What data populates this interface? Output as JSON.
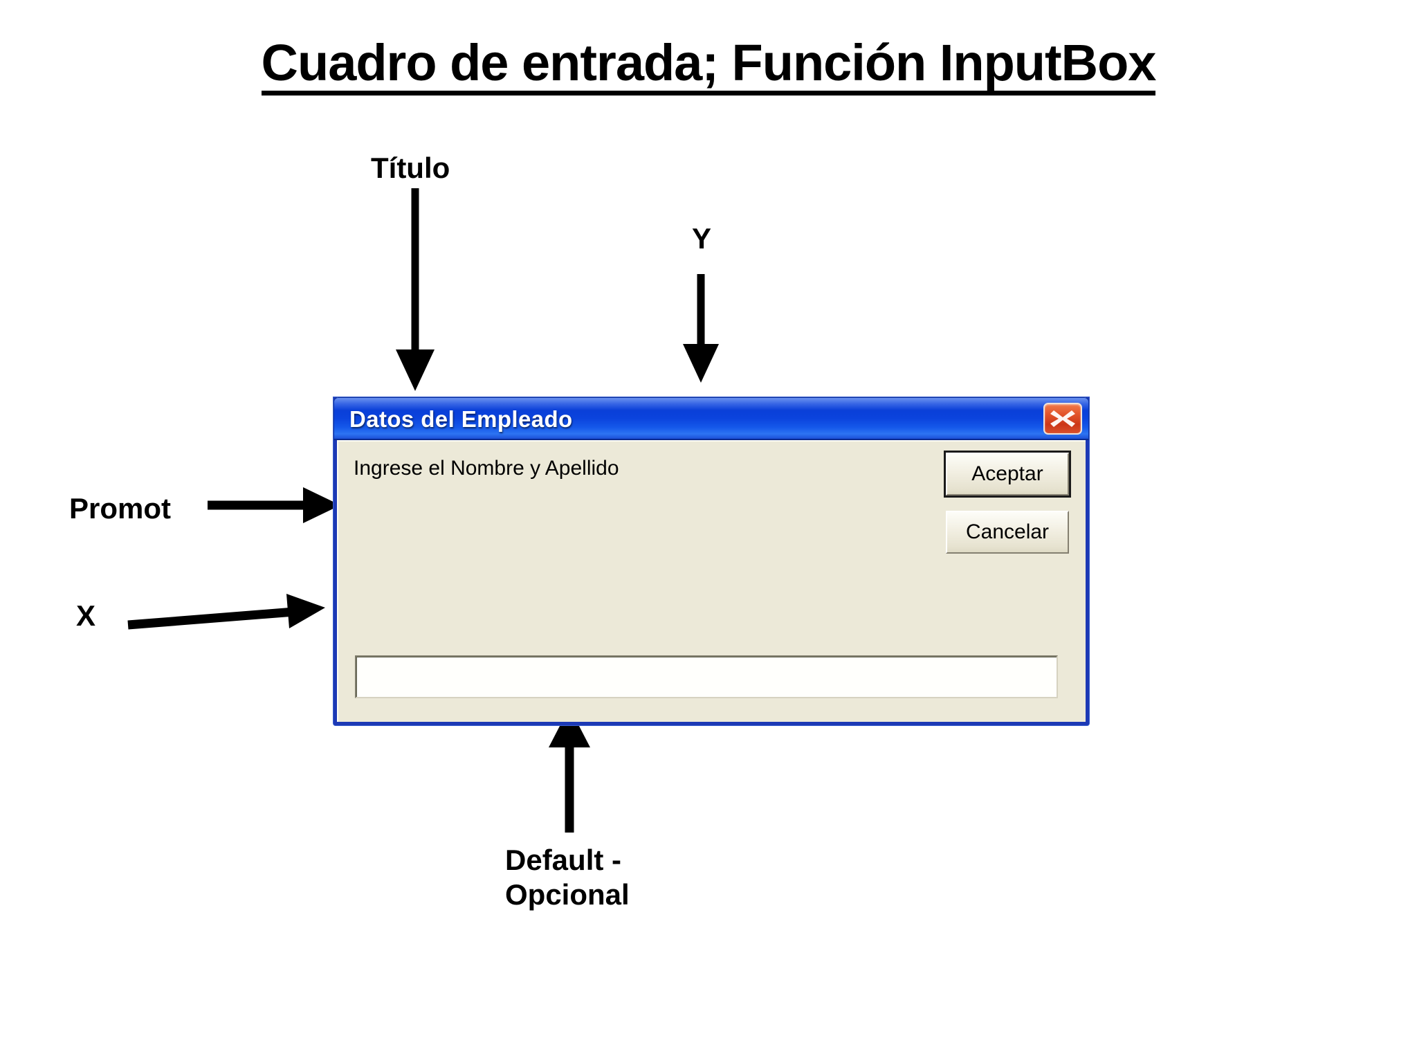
{
  "slide": {
    "title": "Cuadro de entrada; Función InputBox"
  },
  "annotations": [
    {
      "key": "titulo",
      "label": "Título",
      "arrow": "down",
      "points_to": "dialog-title-bar"
    },
    {
      "key": "y",
      "label": "Y",
      "arrow": "down",
      "points_to": "dialog-top-edge"
    },
    {
      "key": "promot",
      "label": "Promot",
      "arrow": "right",
      "points_to": "prompt-text"
    },
    {
      "key": "x",
      "label": "X",
      "arrow": "right",
      "points_to": "dialog-left-edge"
    },
    {
      "key": "default",
      "label": "Default -\nOpcional",
      "arrow": "up",
      "points_to": "default-input"
    }
  ],
  "dialog": {
    "title": "Datos del Empleado",
    "close_icon": "close-icon",
    "prompt": "Ingrese el Nombre y Apellido",
    "accept_label": "Aceptar",
    "cancel_label": "Cancelar",
    "input_value": "",
    "input_placeholder": ""
  },
  "colors": {
    "titlebar_blue": "#0b43dd",
    "dialog_face": "#ece9d8",
    "border_blue": "#1c39b5",
    "close_red": "#cc3618",
    "text_black": "#000000",
    "page_background": "#ffffff"
  }
}
